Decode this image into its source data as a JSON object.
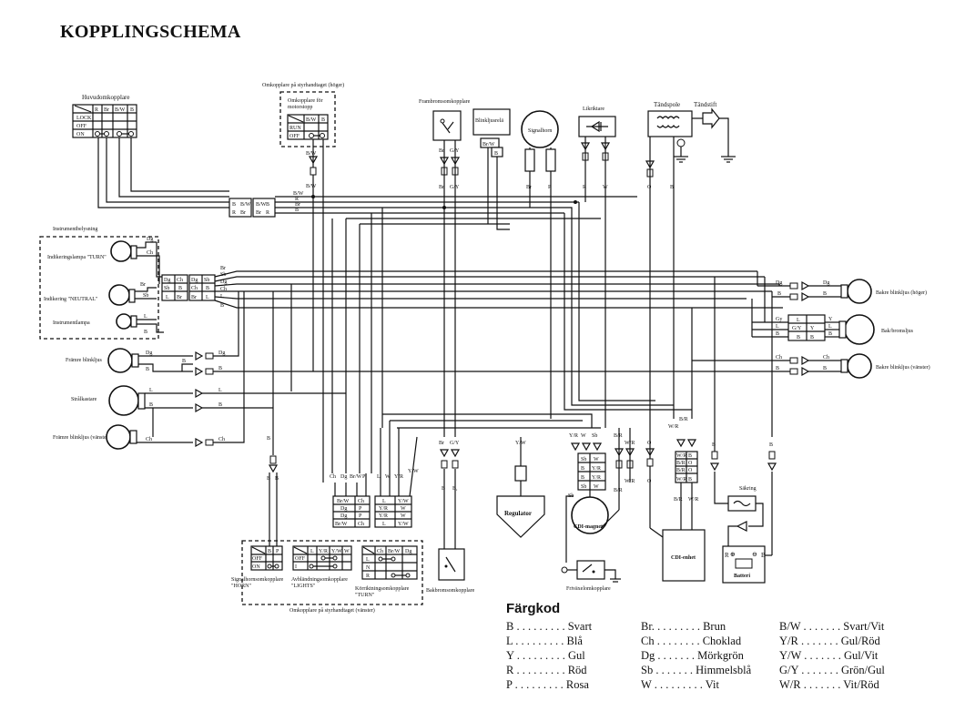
{
  "title": "KOPPLINGSCHEMA",
  "components": {
    "main_switch": "Huvudomkopplare",
    "engine_stop": "Omkopplare för\nmotorstopp",
    "handlebar_right": "Omkopplare på styrhandtaget (höger)",
    "instrument_light": "Instrumentbelysning",
    "ind_turn": "Indikeringslampa \"TURN\"",
    "ind_neutral": "Indikering \"NEUTRAL\"",
    "instr_lamp": "Instrumentlampa",
    "front_brake": "Frambromsomkopplare",
    "flasher_relay": "Blinkljusrelä",
    "horn": "Signalhorn",
    "rectifier": "Likriktare",
    "ignition_coil": "Tändspole",
    "spark_plug": "Tändstift",
    "rear_right": "Bakre blinkljus (höger)",
    "tail_brake": "Bak/bromsljus",
    "rear_left": "Bakre blinkljus (vänster)",
    "front_right": "Främre blinkljus",
    "headlight": "Strålkastare",
    "front_left": "Främre blinkljus (vänster)",
    "regulator": "Regulator",
    "cdi_magnet": "CDI-magnet",
    "cdi_unit": "CDI-enhet",
    "fuse": "Säkring",
    "battery": "Batteri",
    "neutral_switch": "Friväxelomkopplare",
    "rear_brake": "Bakbromsomkopplare",
    "horn_switch": "Signalhornsomkopplare\n\"HORN\"",
    "lights_switch": "Avbländningsomkopplare\n\"LIGHTS\"",
    "turn_switch": "Körriktningsomkopplare\n\"TURN\"",
    "handlebar_left": "Omkopplare på styrhandtaget (vänster)"
  },
  "switch_tables": {
    "main": {
      "header": [
        "R",
        "Br",
        "B/W",
        "B"
      ],
      "rows": [
        "LOCK",
        "OFF",
        "ON"
      ]
    },
    "stop": {
      "header": [
        "B/W",
        "B"
      ],
      "rows": [
        "RUN",
        "OFF"
      ]
    },
    "horn": {
      "header": [
        "B",
        "P"
      ],
      "rows": [
        "OFF",
        "ON"
      ]
    },
    "lights": {
      "header": [
        "L",
        "Y/R",
        "Y/W",
        "W"
      ],
      "rows": [
        "OFF",
        "I"
      ]
    },
    "turn": {
      "header": [
        "Ch",
        "Br/W",
        "Dg"
      ],
      "rows": [
        "L",
        "N",
        "R"
      ]
    }
  },
  "legend": {
    "title": "Färgkod",
    "items": [
      {
        "code": "B",
        "dots": " . . . . . . . . . ",
        "name": "Svart"
      },
      {
        "code": "Br.",
        "dots": " . . . . . . . . ",
        "name": "Brun"
      },
      {
        "code": "B/W",
        "dots": " . . . . . . . ",
        "name": "Svart/Vit"
      },
      {
        "code": "L",
        "dots": " . . . . . . . . . ",
        "name": "Blå"
      },
      {
        "code": "Ch",
        "dots": " . . . . . . . . ",
        "name": "Choklad"
      },
      {
        "code": "Y/R",
        "dots": " . . . . . . . ",
        "name": "Gul/Röd"
      },
      {
        "code": "Y",
        "dots": " . . . . . . . . . ",
        "name": "Gul"
      },
      {
        "code": "Dg",
        "dots": " . . . . . . . ",
        "name": "Mörkgrön"
      },
      {
        "code": "Y/W",
        "dots": " . . . . . . . ",
        "name": "Gul/Vit"
      },
      {
        "code": "R",
        "dots": " . . . . . . . . . ",
        "name": "Röd"
      },
      {
        "code": "Sb",
        "dots": " . . . . . . . ",
        "name": "Himmelsblå"
      },
      {
        "code": "G/Y",
        "dots": " . . . . . . . ",
        "name": "Grön/Gul"
      },
      {
        "code": "P",
        "dots": " . . . . . . . . . ",
        "name": "Rosa"
      },
      {
        "code": "W",
        "dots": " . . . . . . . . . ",
        "name": "Vit"
      },
      {
        "code": "W/R",
        "dots": " . . . . . . . ",
        "name": "Vit/Röd"
      }
    ]
  }
}
